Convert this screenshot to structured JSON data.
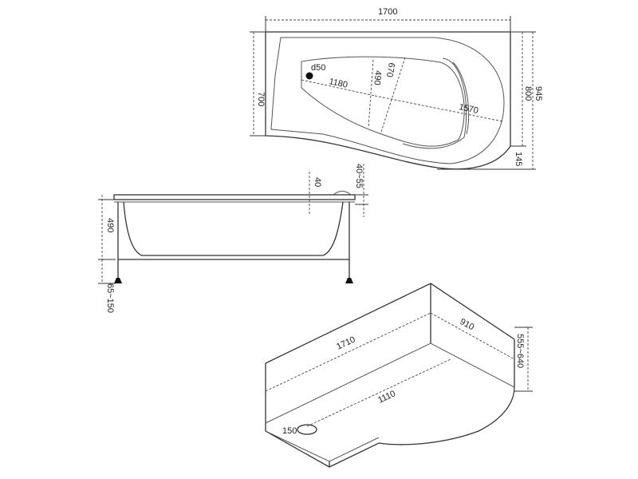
{
  "top_view": {
    "dims": {
      "width_total": "1700",
      "height_left": "700",
      "height_800": "800",
      "height_945": "945",
      "offset_145": "145",
      "inner_length": "1180",
      "inner_width": "490",
      "diagonal_670": "670",
      "diagonal_1570": "1570",
      "drain": "d50"
    }
  },
  "side_view": {
    "dims": {
      "depth": "490",
      "rim": "40",
      "rim_range": "40~55",
      "legs": "65~150"
    }
  },
  "iso_view": {
    "dims": {
      "outer_length": "1710",
      "inner_length": "1110",
      "end_width": "910",
      "height": "555~640",
      "drain": "150"
    }
  }
}
